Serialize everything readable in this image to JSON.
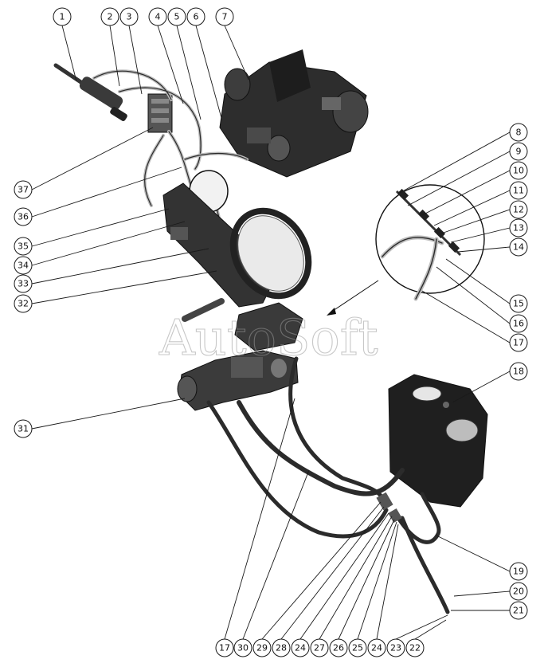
{
  "watermark": "AutoSoft",
  "callouts": [
    {
      "label": "1"
    },
    {
      "label": "2"
    },
    {
      "label": "3"
    },
    {
      "label": "4"
    },
    {
      "label": "5"
    },
    {
      "label": "6"
    },
    {
      "label": "7"
    },
    {
      "label": "8"
    },
    {
      "label": "9"
    },
    {
      "label": "10"
    },
    {
      "label": "11"
    },
    {
      "label": "12"
    },
    {
      "label": "13"
    },
    {
      "label": "14"
    },
    {
      "label": "15"
    },
    {
      "label": "16"
    },
    {
      "label": "17"
    },
    {
      "label": "18"
    },
    {
      "label": "31"
    },
    {
      "label": "32"
    },
    {
      "label": "33"
    },
    {
      "label": "34"
    },
    {
      "label": "35"
    },
    {
      "label": "36"
    },
    {
      "label": "37"
    },
    {
      "label": "19"
    },
    {
      "label": "20"
    },
    {
      "label": "21"
    },
    {
      "label": "17"
    },
    {
      "label": "30"
    },
    {
      "label": "29"
    },
    {
      "label": "28"
    },
    {
      "label": "24"
    },
    {
      "label": "27"
    },
    {
      "label": "26"
    },
    {
      "label": "25"
    },
    {
      "label": "24"
    },
    {
      "label": "23"
    },
    {
      "label": "22"
    }
  ]
}
